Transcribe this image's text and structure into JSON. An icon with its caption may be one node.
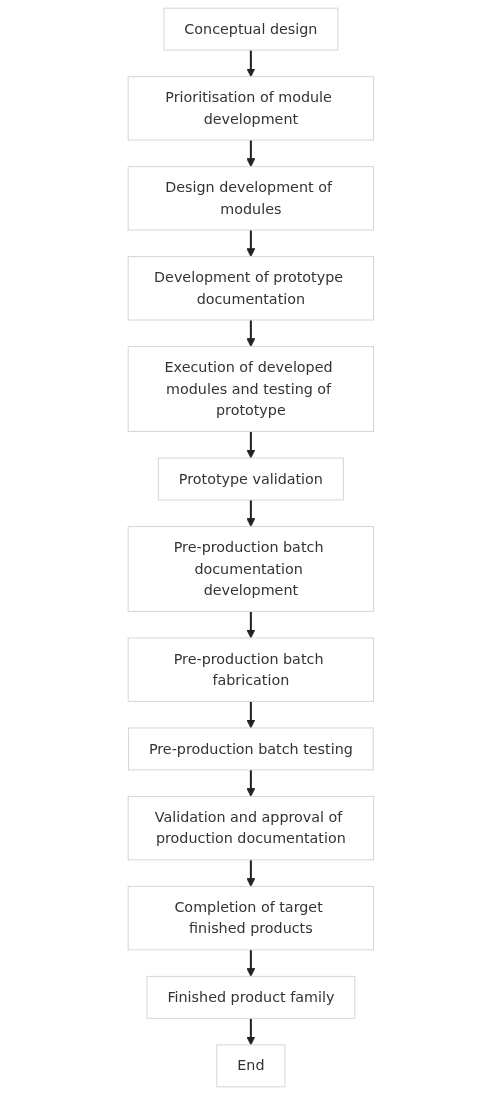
{
  "diagram": {
    "nodes": [
      {
        "text": [
          "Conceptual design"
        ]
      },
      {
        "text": [
          "Prioritisation of module development"
        ]
      },
      {
        "text": [
          "Design development of modules"
        ]
      },
      {
        "text": [
          "Development of prototype documentation"
        ]
      },
      {
        "text": [
          "Execution of developed modules and testing of prototype"
        ]
      },
      {
        "text": [
          "Prototype validation"
        ]
      },
      {
        "text": [
          "Pre-production batch documentation development"
        ]
      },
      {
        "text": [
          "Pre-production batch fabrication"
        ]
      },
      {
        "text": [
          "Pre-production batch testing"
        ]
      },
      {
        "text": [
          "Validation and approval of production documentation"
        ]
      },
      {
        "text": [
          "Completion of target finished products"
        ]
      },
      {
        "text": [
          "Finished product family"
        ]
      },
      {
        "text": [
          "End"
        ]
      }
    ],
    "edges": [
      {
        "from": 0,
        "to": 1,
        "arrow": "to"
      },
      {
        "from": 1,
        "to": 2,
        "arrow": "to"
      },
      {
        "from": 2,
        "to": 3,
        "arrow": "to"
      },
      {
        "from": 3,
        "to": 4,
        "arrow": "to"
      },
      {
        "from": 4,
        "to": 5,
        "arrow": "to"
      },
      {
        "from": 5,
        "to": 6,
        "arrow": "to"
      },
      {
        "from": 6,
        "to": 7,
        "arrow": "to"
      },
      {
        "from": 7,
        "to": 8,
        "arrow": "to"
      },
      {
        "from": 8,
        "to": 9,
        "arrow": "to"
      },
      {
        "from": 9,
        "to": 10,
        "arrow": "to"
      },
      {
        "from": 10,
        "to": 11,
        "arrow": "to"
      },
      {
        "from": 11,
        "to": 12,
        "arrow": "to"
      }
    ]
  }
}
